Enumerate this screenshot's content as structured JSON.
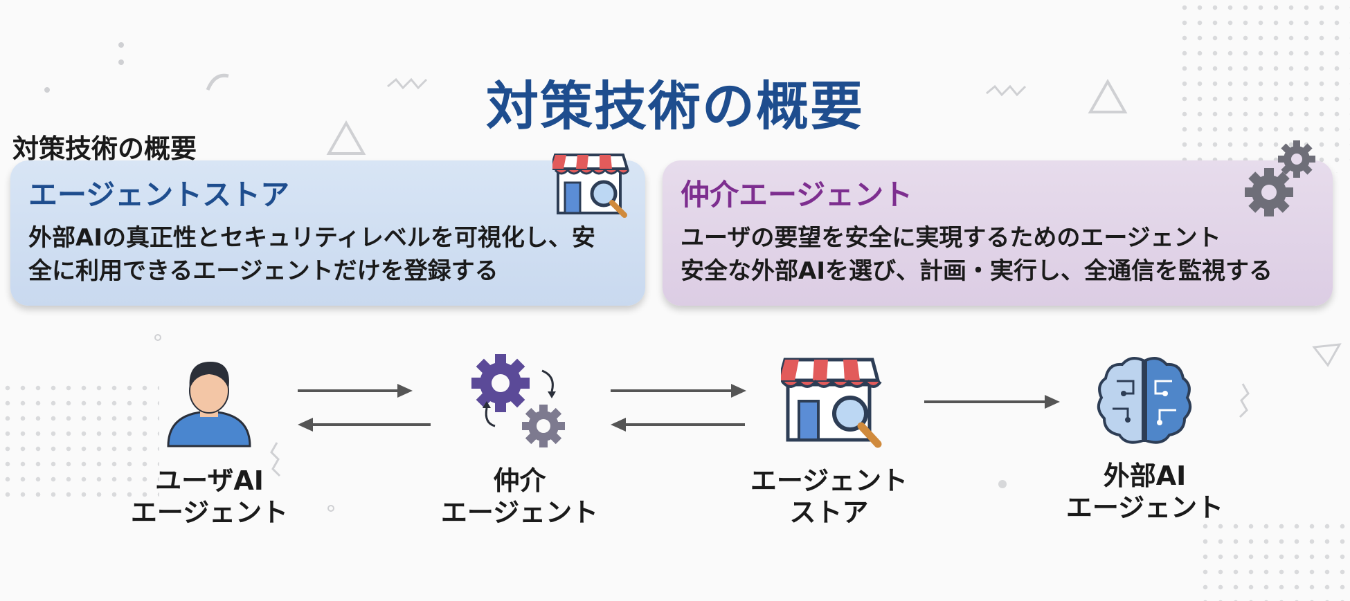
{
  "title": "対策技術の概要",
  "subtitle": "対策技術の概要",
  "cards": {
    "store": {
      "title": "エージェントストア",
      "desc_line1": "外部AIの真正性とセキュリティレベルを可視化し、安",
      "desc_line2": "全に利用できるエージェントだけを登録する",
      "icon": "store-icon"
    },
    "broker": {
      "title": "仲介エージェント",
      "desc_line1": "ユーザの要望を安全に実現するためのエージェント",
      "desc_line2": "安全な外部AIを選び、計画・実行し、全通信を監視する",
      "icon": "gears-icon"
    }
  },
  "nodes": {
    "user_agent": {
      "line1": "ユーザAI",
      "line2": "エージェント",
      "icon": "user-icon"
    },
    "broker_agent": {
      "line1": "仲介",
      "line2": "エージェント",
      "icon": "gears-cycle-icon"
    },
    "agent_store": {
      "line1": "エージェント",
      "line2": "ストア",
      "icon": "store-search-icon"
    },
    "external_ai": {
      "line1": "外部AI",
      "line2": "エージェント",
      "icon": "brain-icon"
    }
  },
  "colors": {
    "title": "#1e4d8e",
    "store_title": "#1e4d8e",
    "broker_title": "#7d2e8f",
    "store_card": "#d3e1f3",
    "broker_card": "#e3d6ea",
    "arrow": "#555555"
  }
}
